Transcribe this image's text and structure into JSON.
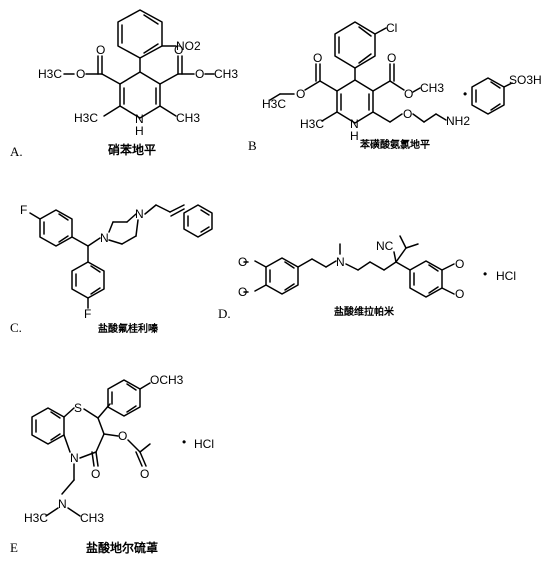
{
  "structures": [
    {
      "letter": "A.",
      "name": "硝苯地平",
      "labels": {
        "no2": "NO2",
        "h3co": "H3C",
        "och3": "CH3",
        "ch3_left": "H3C",
        "ch3_right": "CH3",
        "nh_n": "N",
        "nh_h": "H",
        "o1": "O",
        "o2": "O",
        "o3": "O",
        "o4": "O"
      }
    },
    {
      "letter": "B",
      "name": "苯磺酸氨氯地平",
      "labels": {
        "cl": "Cl",
        "h3c": "H3C",
        "ch3": "CH3",
        "ch3_ring": "H3C",
        "nh2": "NH2",
        "so3h": "SO3H",
        "dot": "•",
        "nh_n": "N",
        "nh_h": "H",
        "o1": "O",
        "o2": "O",
        "o3": "O",
        "o4": "O",
        "o5": "O"
      }
    },
    {
      "letter": "C.",
      "name": "盐酸氟桂利嗪",
      "labels": {
        "f_top": "F",
        "f_bottom": "F",
        "n1": "N",
        "n2": "N"
      }
    },
    {
      "letter": "D.",
      "name": "盐酸维拉帕米",
      "labels": {
        "och3_1": "O",
        "och3_2": "O",
        "och3_3": "O",
        "och3_4": "O",
        "n": "N",
        "nc": "NC",
        "hcl": "HCl",
        "dot": "•"
      }
    },
    {
      "letter": "E",
      "name": "盐酸地尔硫䓬",
      "labels": {
        "och3": "OCH3",
        "s": "S",
        "n": "N",
        "o_keto": "O",
        "o_ester": "O",
        "o_acyl": "O",
        "n_amine": "N",
        "h3c_1": "H3C",
        "ch3_1": "CH3",
        "hcl": "HCl",
        "dot": "•"
      }
    }
  ]
}
